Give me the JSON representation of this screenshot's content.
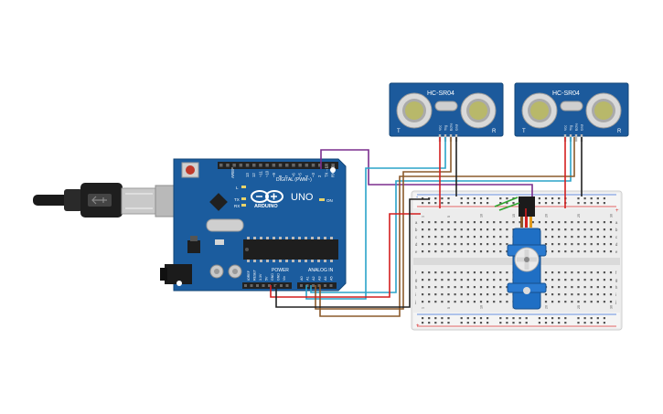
{
  "arduino": {
    "model": "UNO",
    "brand": "ARDUINO",
    "digital_label": "DIGITAL (PWM~)",
    "power_label": "POWER",
    "analog_label": "ANALOG IN",
    "aref": "AREF",
    "gnd": "GND",
    "led_l": "L",
    "led_tx": "TX",
    "led_rx": "RX",
    "led_on": "ON",
    "digital_pins": [
      "13",
      "12",
      "~11",
      "~10",
      "~9",
      "8",
      "7",
      "~6",
      "~5",
      "4",
      "~3",
      "2",
      "TX→1",
      "RX←0"
    ],
    "power_pins": [
      "IOREF",
      "RESET",
      "3.3V",
      "5V",
      "GND",
      "GND",
      "Vin"
    ],
    "analog_pins": [
      "A0",
      "A1",
      "A2",
      "A3",
      "A4",
      "A5"
    ]
  },
  "sensors": [
    {
      "label": "HC-SR04",
      "left_mark": "T",
      "right_mark": "R",
      "pins": [
        "Vcc",
        "Trig",
        "Echo",
        "Gnd"
      ]
    },
    {
      "label": "HC-SR04",
      "left_mark": "T",
      "right_mark": "R",
      "pins": [
        "Vcc",
        "Trig",
        "Echo",
        "Gnd"
      ]
    }
  ],
  "breadboard": {
    "col_numbers": [
      "1",
      "5",
      "10",
      "15",
      "20",
      "25",
      "30"
    ],
    "row_letters_top": [
      "a",
      "b",
      "c",
      "d",
      "e"
    ],
    "row_letters_bottom": [
      "f",
      "g",
      "h",
      "i",
      "j"
    ],
    "rail_plus": "+",
    "rail_minus": "-"
  },
  "colors": {
    "board": "#1b5c9e",
    "sensor_board": "#1c5a9c",
    "wire_red": "#d41f1f",
    "wire_black": "#222222",
    "wire_purple": "#7b2e8e",
    "wire_cyan": "#2aa3c9",
    "wire_brown": "#8b5a2b",
    "wire_green": "#2fa52f",
    "servo": "#1f6fc4"
  }
}
